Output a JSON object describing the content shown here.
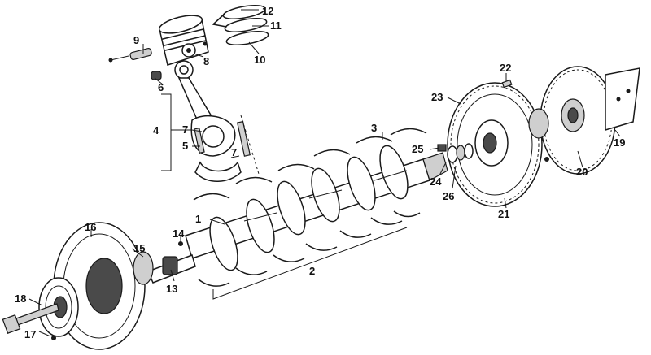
{
  "diagram": {
    "labels": {
      "p1": "1",
      "p2": "2",
      "p3": "3",
      "p4": "4",
      "p5": "5",
      "p6": "6",
      "p7": "7",
      "p7b": "7",
      "p8": "8",
      "p9": "9",
      "p10": "10",
      "p11": "11",
      "p12": "12",
      "p13": "13",
      "p14": "14",
      "p15": "15",
      "p16": "16",
      "p17": "17",
      "p18": "18",
      "p19": "19",
      "p20": "20",
      "p21": "21",
      "p22": "22",
      "p23": "23",
      "p24": "24",
      "p25": "25",
      "p26": "26"
    }
  }
}
